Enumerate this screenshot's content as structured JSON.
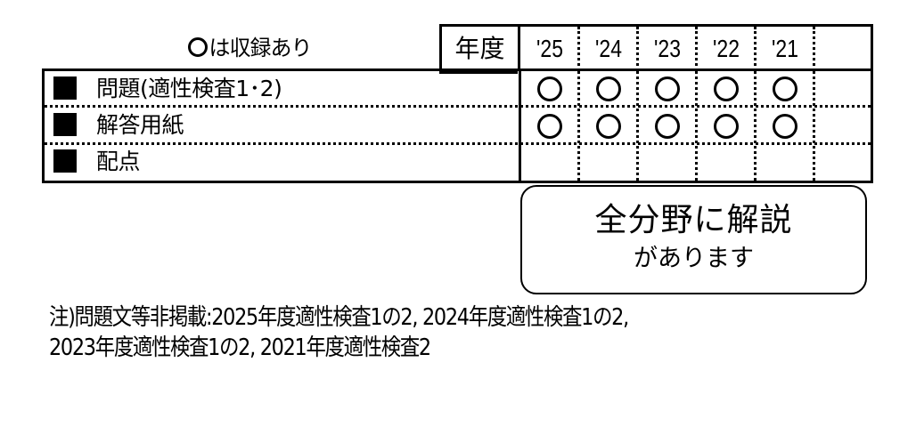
{
  "legend": {
    "mark": "○",
    "text": "は収録あり"
  },
  "table": {
    "year_header_label": "年度",
    "years": [
      "'25",
      "'24",
      "'23",
      "'22",
      "'21",
      ""
    ],
    "rows": [
      {
        "label": "問題(適性検査1･2)",
        "marks": [
          true,
          true,
          true,
          true,
          true,
          false
        ]
      },
      {
        "label": "解答用紙",
        "marks": [
          true,
          true,
          true,
          true,
          true,
          false
        ]
      },
      {
        "label": "配点",
        "marks": [
          false,
          false,
          false,
          false,
          false,
          false
        ]
      }
    ]
  },
  "callout": {
    "line1": "全分野に解説",
    "line2": "があります"
  },
  "note": {
    "line1": "注)問題文等非掲載:2025年度適性検査1の2, 2024年度適性検査1の2,",
    "line2": "2023年度適性検査1の2, 2021年度適性検査2"
  },
  "colors": {
    "ink": "#000000",
    "background": "#ffffff"
  }
}
